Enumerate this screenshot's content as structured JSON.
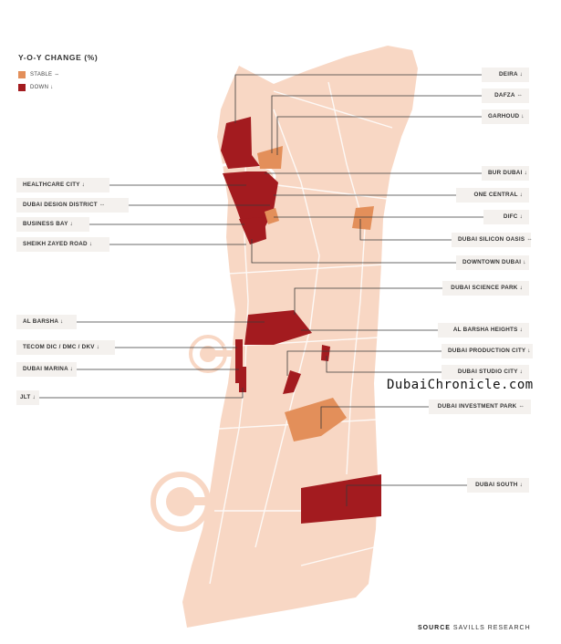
{
  "title": "Y-O-Y CHANGE (%)",
  "legend": [
    {
      "label": "STABLE ⇔",
      "color": "#e38f5a"
    },
    {
      "label": "DOWN ↓",
      "color": "#a31b1f"
    }
  ],
  "colors": {
    "land": "#f8d7c4",
    "sea": "#ffffff",
    "stable": "#e38f5a",
    "down": "#a31b1f",
    "leader": "#3a3a3a",
    "label_bg": "#f4f1ee"
  },
  "labels_left": {
    "healthcare_city": "HEALTHCARE CITY ↓",
    "dubai_design_district": "DUBAI DESIGN DISTRICT ⇔",
    "business_bay": "BUSINESS BAY ↓",
    "sheikh_zayed_road": "SHEIKH ZAYED ROAD ↓",
    "al_barsha": "AL BARSHA ↓",
    "tecom": "TECOM DIC / DMC / DKV ↓",
    "dubai_marina": "DUBAI MARINA ↓",
    "jlt": "JLT ↓"
  },
  "labels_right": {
    "deira": "DEIRA ↓",
    "dafza": "DAFZA ⇔",
    "garhoud": "GARHOUD ↓",
    "bur_dubai": "BUR DUBAI ↓",
    "one_central": "ONE CENTRAL ↓",
    "difc": "DIFC ↓",
    "dubai_silicon_oasis": "DUBAI SILICON OASIS ⇔",
    "downtown_dubai": "DOWNTOWN DUBAI ↓",
    "dubai_science_park": "DUBAI SCIENCE PARK ↓",
    "al_barsha_heights": "AL BARSHA HEIGHTS ↓",
    "dubai_production_city": "DUBAI PRODUCTION CITY ↓",
    "dubai_studio_city": "DUBAI STUDIO CITY ↓",
    "dubai_investment_park": "DUBAI INVESTMENT PARK ⇔",
    "dubai_south": "DUBAI SOUTH ↓"
  },
  "watermark": "DubaiChronicle.com",
  "source": {
    "prefix": "SOURCE",
    "text": "SAVILLS RESEARCH"
  }
}
